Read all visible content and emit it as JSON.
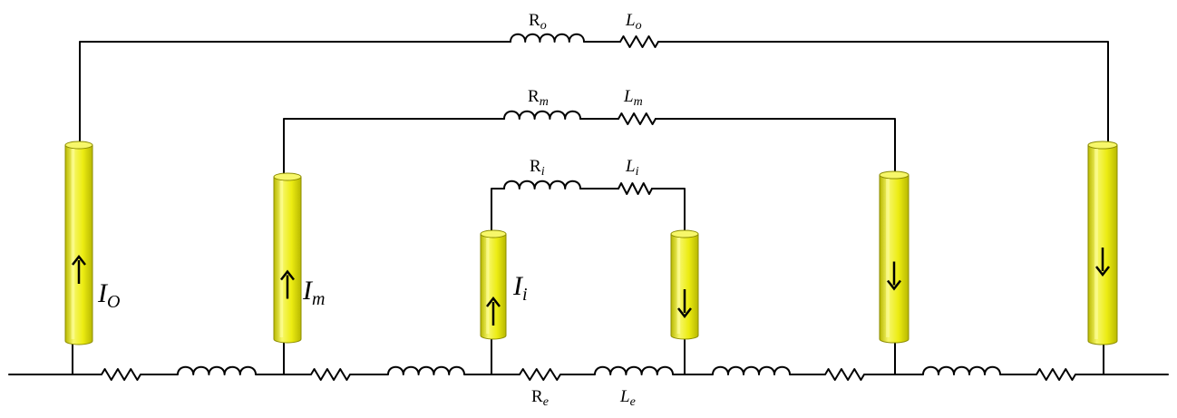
{
  "colors": {
    "conductor_fill": "#ecec12",
    "conductor_light": "#f7f76a",
    "conductor_dark": "#b8b800",
    "conductor_edge": "#8c8c00",
    "wire": "#000000"
  },
  "labels": {
    "outer_resistance": {
      "base": "R",
      "sub": "o"
    },
    "outer_inductance": {
      "base": "L",
      "sub": "o"
    },
    "middle_resistance": {
      "base": "R",
      "sub": "m"
    },
    "middle_inductance": {
      "base": "L",
      "sub": "m"
    },
    "inner_resistance": {
      "base": "R",
      "sub": "i"
    },
    "inner_inductance": {
      "base": "L",
      "sub": "i"
    },
    "earth_resistance": {
      "base": "R",
      "sub": "e"
    },
    "earth_inductance": {
      "base": "L",
      "sub": "e"
    }
  },
  "currents": {
    "outer": {
      "base": "I",
      "sub": "O"
    },
    "middle": {
      "base": "I",
      "sub": "m"
    },
    "inner": {
      "base": "I",
      "sub": "i"
    }
  },
  "conductors": [
    {
      "id": "outer-left",
      "direction": "up"
    },
    {
      "id": "middle-left",
      "direction": "up"
    },
    {
      "id": "inner-left",
      "direction": "up"
    },
    {
      "id": "inner-right",
      "direction": "down"
    },
    {
      "id": "middle-right",
      "direction": "down"
    },
    {
      "id": "outer-right",
      "direction": "down"
    }
  ]
}
